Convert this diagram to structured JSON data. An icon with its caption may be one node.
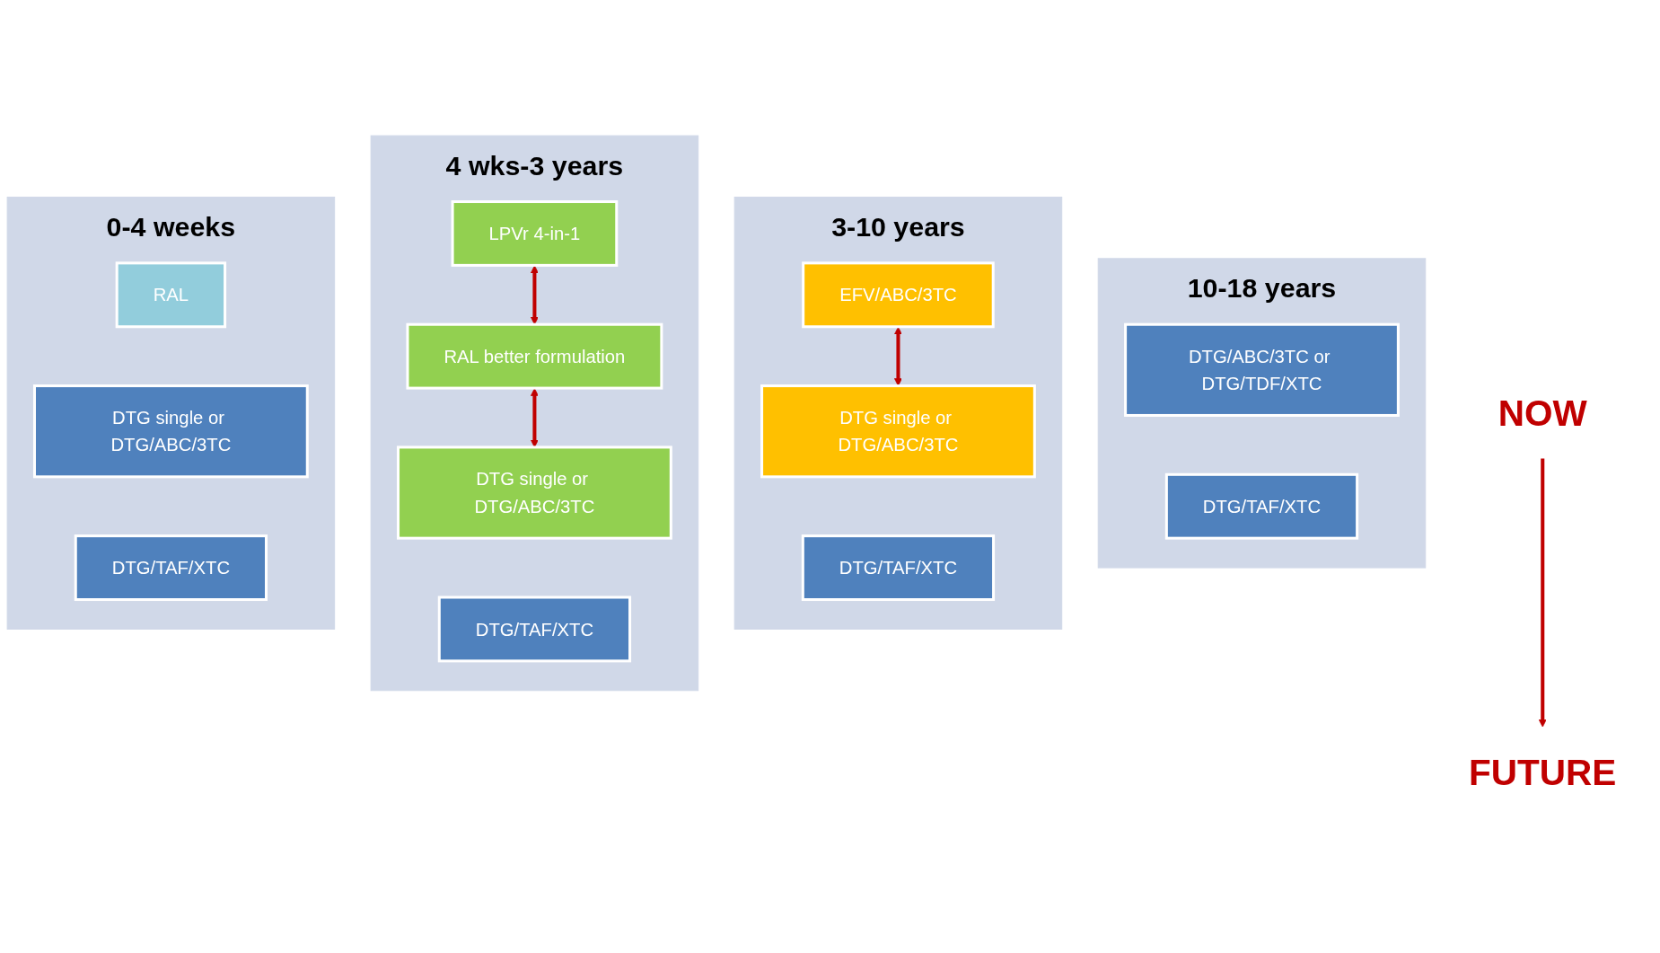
{
  "diagram": {
    "nodes": [
      {
        "text": [
          "0-4 weeks"
        ]
      },
      {
        "text": [
          "RAL"
        ],
        "in": 0
      },
      {
        "text": [
          "DTG single or DTG/ABC/3TC"
        ],
        "in": 0
      },
      {
        "text": [
          "DTG/TAF/XTC"
        ],
        "in": 0
      },
      {
        "text": [
          "4 wks-3 years"
        ]
      },
      {
        "text": [
          "LPVr 4-in-1"
        ],
        "in": 4
      },
      {
        "text": [
          "RAL better formulation"
        ],
        "in": 4
      },
      {
        "text": [
          "DTG single or DTG/ABC/3TC"
        ],
        "in": 4
      },
      {
        "text": [
          "DTG/TAF/XTC"
        ],
        "in": 4
      },
      {
        "text": [
          "3-10 years"
        ]
      },
      {
        "text": [
          "EFV/ABC/3TC"
        ],
        "in": 9
      },
      {
        "text": [
          "DTG single or DTG/ABC/3TC"
        ],
        "in": 9
      },
      {
        "text": [
          "DTG/TAF/XTC"
        ],
        "in": 9
      },
      {
        "text": [
          "10-18 years"
        ]
      },
      {
        "text": [
          "DTG/ABC/3TC or DTG/TDF/XTC"
        ],
        "in": 13
      },
      {
        "text": [
          "DTG/TAF/XTC"
        ],
        "in": 13
      },
      {
        "text": [
          "NOW"
        ]
      },
      {
        "text": [
          "FUTURE"
        ]
      }
    ],
    "edges": [
      {
        "from": 5,
        "to": 6,
        "arrow": "both"
      },
      {
        "from": 6,
        "to": 7,
        "arrow": "both"
      },
      {
        "from": 10,
        "to": 11,
        "arrow": "both"
      },
      {
        "from": 16,
        "to": 17,
        "arrow": "to"
      }
    ]
  }
}
